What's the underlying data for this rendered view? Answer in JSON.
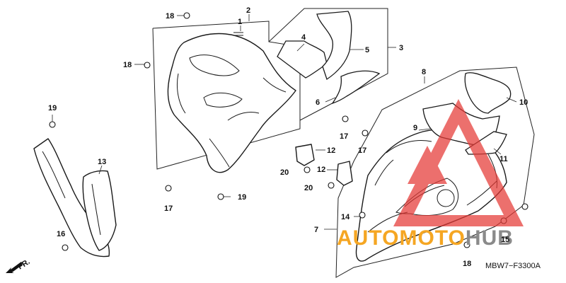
{
  "diagram": {
    "callouts": {
      "p1": "1",
      "p2": "2",
      "p3": "3",
      "p4": "4",
      "p5": "5",
      "p6": "6",
      "p7": "7",
      "p8": "8",
      "p9": "9",
      "p10": "10",
      "p11": "11",
      "p12a": "12",
      "p12b": "12",
      "p13": "13",
      "p14": "14",
      "p15": "15",
      "p16": "16",
      "p17a": "17",
      "p17b": "17",
      "p17c": "17",
      "p18a": "18",
      "p18b": "18",
      "p18c": "18",
      "p19a": "19",
      "p19b": "19",
      "p20a": "20",
      "p20b": "20"
    },
    "diagram_code": "MBW7−F3300A",
    "direction_label": "FR.",
    "watermark": {
      "word_part1": "AUTO",
      "word_part2": "MOTO",
      "word_part3": "HUB",
      "color_orange": "#f5a623",
      "color_gray": "#8a8a8a",
      "color_red": "#e53935"
    }
  }
}
